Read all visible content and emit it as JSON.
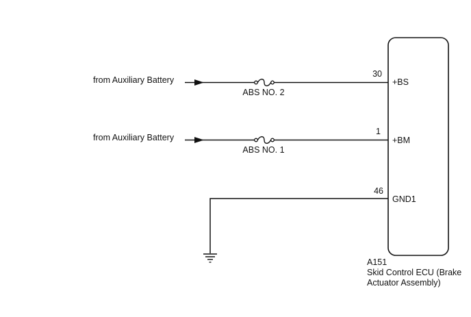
{
  "circuits": [
    {
      "source_label": "from Auxiliary Battery",
      "fuse_label": "ABS NO. 2",
      "pin": "30",
      "terminal": "+BS"
    },
    {
      "source_label": "from Auxiliary Battery",
      "fuse_label": "ABS NO. 1",
      "pin": "1",
      "terminal": "+BM"
    }
  ],
  "ground": {
    "pin": "46",
    "terminal": "GND1"
  },
  "ecu": {
    "connector": "A151",
    "name_line1": "Skid Control ECU (Brake",
    "name_line2": "Actuator Assembly)"
  }
}
